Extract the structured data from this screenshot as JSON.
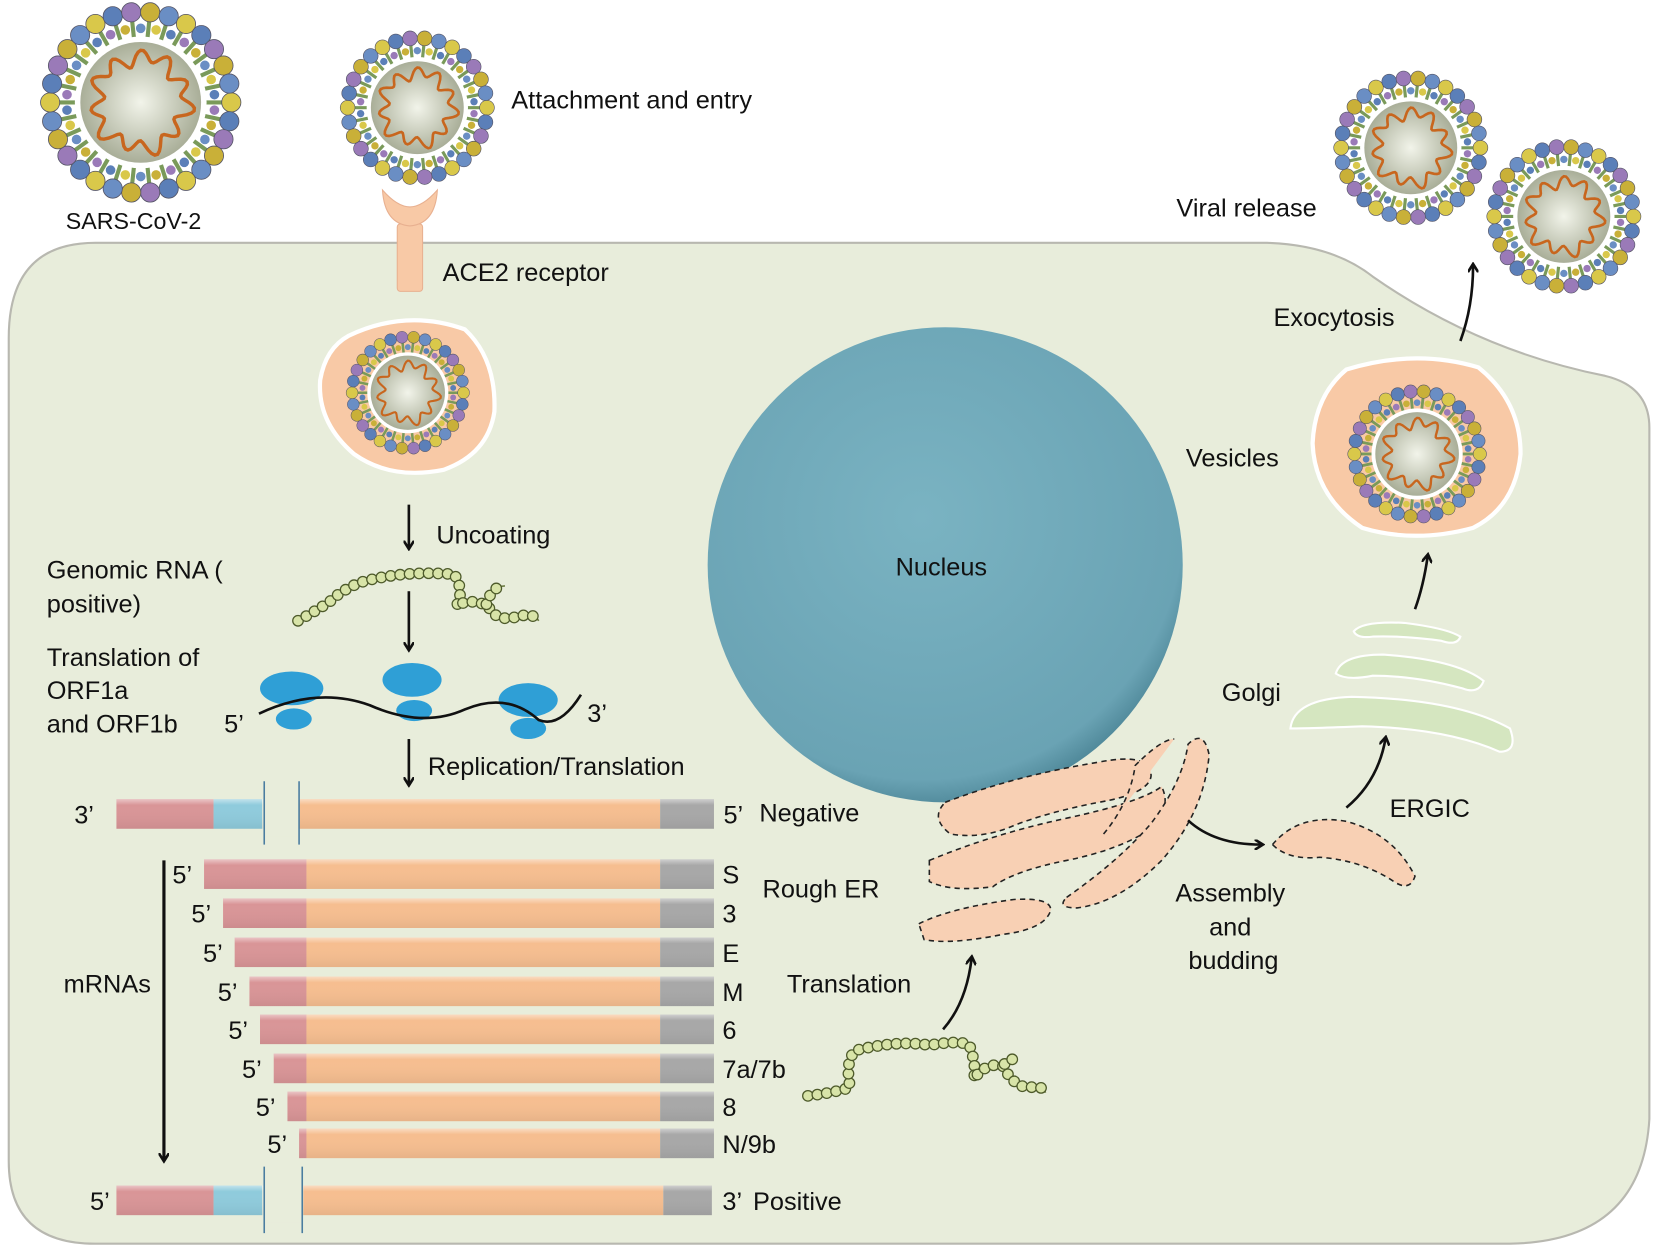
{
  "labels": {
    "virus": "SARS-CoV-2",
    "attachment": "Attachment and entry",
    "receptor": "ACE2 receptor",
    "uncoating": "Uncoating",
    "genomic_rna_1": "Genomic RNA (",
    "genomic_rna_2": "positive)",
    "translation_orf_1": "Translation of",
    "translation_orf_2": "ORF1a",
    "translation_orf_3": "and ORF1b",
    "rna_5prime": "5’",
    "rna_3prime": "3’",
    "replication": "Replication/Translation",
    "nucleus": "Nucleus",
    "rough_er": "Rough ER",
    "translation": "Translation",
    "mrnas": "mRNAs",
    "vesicles": "Vesicles",
    "golgi": "Golgi",
    "ergic": "ERGIC",
    "assembly_1": "Assembly",
    "assembly_2": "and",
    "assembly_3": "budding",
    "exocytosis": "Exocytosis",
    "viral_release": "Viral release"
  },
  "genome": {
    "negative": {
      "left": "3’",
      "right": "5’",
      "name": "Negative"
    },
    "positive": {
      "left": "5’",
      "right": "3’",
      "name": "Positive"
    }
  },
  "mrnas": [
    {
      "prime": "5’",
      "gene": "S"
    },
    {
      "prime": "5’",
      "gene": "3"
    },
    {
      "prime": "5’",
      "gene": "E"
    },
    {
      "prime": "5’",
      "gene": "M"
    },
    {
      "prime": "5’",
      "gene": "6"
    },
    {
      "prime": "5’",
      "gene": "7a/7b"
    },
    {
      "prime": "5’",
      "gene": "8"
    },
    {
      "prime": "5’",
      "gene": "N/9b"
    }
  ],
  "colors": {
    "cell": "#e8eddb",
    "nucleus": "#6fa9b9",
    "utr_pink": "#d99597",
    "orf_blue": "#8fcbdc",
    "orf_orange": "#f6be90",
    "tail_gray": "#a8a8a8",
    "er_pink": "#f8d0b4",
    "golgi_green": "#d5e6c0",
    "ribosome": "#2f9fd6",
    "rna_bead": "#d8e4a8"
  }
}
